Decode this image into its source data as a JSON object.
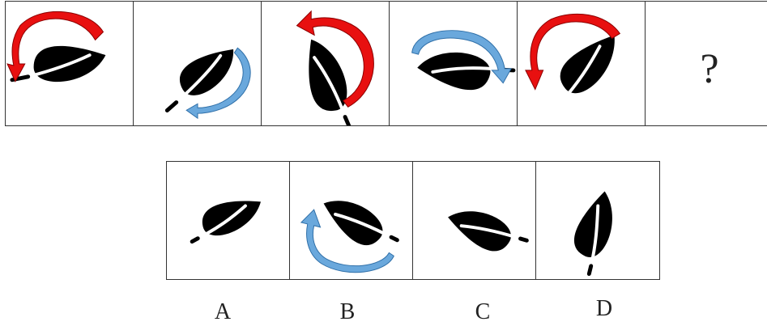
{
  "puzzle": {
    "sequence": [
      {
        "leaf_angle": 0,
        "arrow": "red",
        "arrow_dir": "ccw"
      },
      {
        "leaf_angle": -30,
        "arrow": "blue",
        "arrow_dir": "cw"
      },
      {
        "leaf_angle": -105,
        "arrow": "red",
        "arrow_dir": "ccw"
      },
      {
        "leaf_angle": 195,
        "arrow": "blue",
        "arrow_dir": "cw"
      },
      {
        "leaf_angle": -40,
        "arrow": "red",
        "arrow_dir": "ccw"
      }
    ],
    "question_mark": "?"
  },
  "options": [
    {
      "label": "A",
      "leaf_angle": -15,
      "arrow": "none"
    },
    {
      "label": "B",
      "leaf_angle": 235,
      "arrow": "blue",
      "arrow_dir": "cw"
    },
    {
      "label": "C",
      "leaf_angle": 210,
      "arrow": "none"
    },
    {
      "label": "D",
      "leaf_angle": -65,
      "arrow": "none"
    }
  ],
  "colors": {
    "leaf": "#000000",
    "vein": "#ffffff",
    "red_arrow": "#e81010",
    "red_arrow_edge": "#8a0000",
    "blue_arrow": "#6aa8dc",
    "blue_arrow_edge": "#2f6fa8",
    "border": "#333333"
  }
}
